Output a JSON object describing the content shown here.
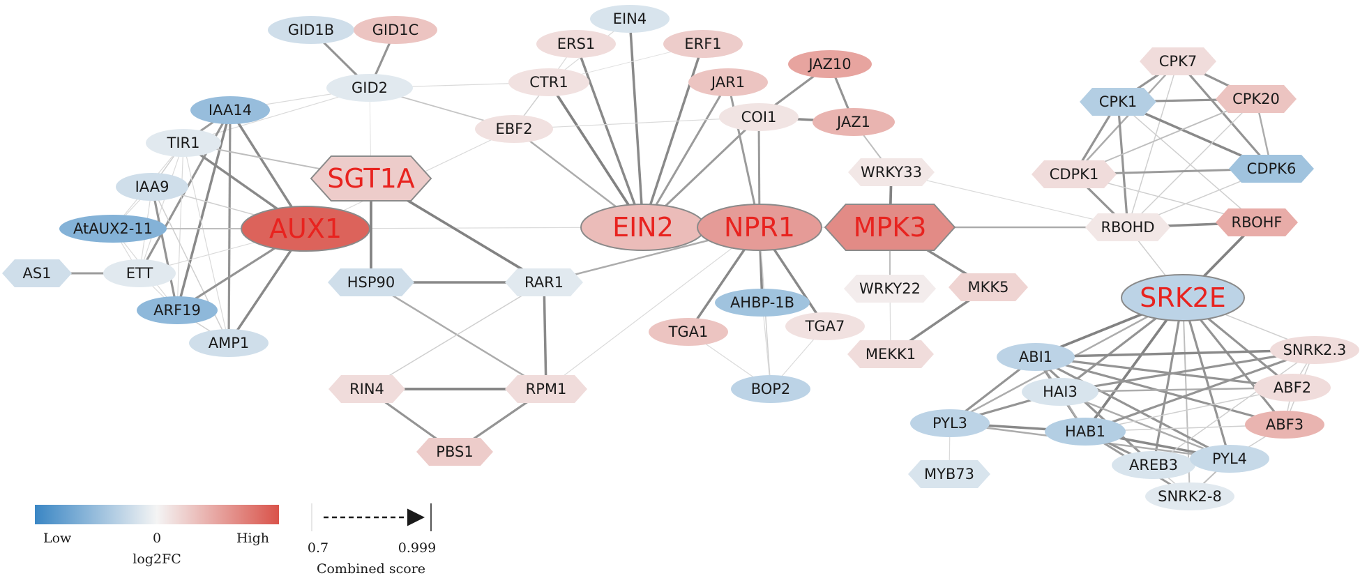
{
  "colors": {
    "low": "#3a86c4",
    "mid": "#f4f4f4",
    "high": "#d9534a",
    "hub_text": "#e8231f",
    "node_stroke": "#8a8a8a",
    "edge": "#8f8f8f"
  },
  "nodes": [
    {
      "id": "GID1B",
      "label": "GID1B",
      "shape": "ellipse",
      "fc": -0.2,
      "hub": false
    },
    {
      "id": "GID1C",
      "label": "GID1C",
      "shape": "ellipse",
      "fc": 0.3,
      "hub": false
    },
    {
      "id": "GID2",
      "label": "GID2",
      "shape": "ellipse",
      "fc": -0.1,
      "hub": false
    },
    {
      "id": "IAA14",
      "label": "IAA14",
      "shape": "ellipse",
      "fc": -0.5,
      "hub": false
    },
    {
      "id": "TIR1",
      "label": "TIR1",
      "shape": "ellipse",
      "fc": -0.1,
      "hub": false
    },
    {
      "id": "IAA9",
      "label": "IAA9",
      "shape": "ellipse",
      "fc": -0.2,
      "hub": false
    },
    {
      "id": "AtAUX2-11",
      "label": "AtAUX2-11",
      "shape": "ellipse",
      "fc": -0.6,
      "hub": false
    },
    {
      "id": "AS1",
      "label": "AS1",
      "shape": "hexagon",
      "fc": -0.2,
      "hub": false
    },
    {
      "id": "ETT",
      "label": "ETT",
      "shape": "ellipse",
      "fc": -0.1,
      "hub": false
    },
    {
      "id": "ARF19",
      "label": "ARF19",
      "shape": "ellipse",
      "fc": -0.55,
      "hub": false
    },
    {
      "id": "AMP1",
      "label": "AMP1",
      "shape": "ellipse",
      "fc": -0.2,
      "hub": false
    },
    {
      "id": "AUX1",
      "label": "AUX1",
      "shape": "ellipse",
      "fc": 0.9,
      "hub": true
    },
    {
      "id": "SGT1A",
      "label": "SGT1A",
      "shape": "hexagon",
      "fc": 0.25,
      "hub": true
    },
    {
      "id": "HSP90",
      "label": "HSP90",
      "shape": "hexagon",
      "fc": -0.2,
      "hub": false
    },
    {
      "id": "RAR1",
      "label": "RAR1",
      "shape": "hexagon",
      "fc": -0.1,
      "hub": false
    },
    {
      "id": "RIN4",
      "label": "RIN4",
      "shape": "hexagon",
      "fc": 0.15,
      "hub": false
    },
    {
      "id": "RPM1",
      "label": "RPM1",
      "shape": "hexagon",
      "fc": 0.15,
      "hub": false
    },
    {
      "id": "PBS1",
      "label": "PBS1",
      "shape": "hexagon",
      "fc": 0.25,
      "hub": false
    },
    {
      "id": "EIN4",
      "label": "EIN4",
      "shape": "ellipse",
      "fc": -0.15,
      "hub": false
    },
    {
      "id": "ERS1",
      "label": "ERS1",
      "shape": "ellipse",
      "fc": 0.15,
      "hub": false
    },
    {
      "id": "ERF1",
      "label": "ERF1",
      "shape": "ellipse",
      "fc": 0.25,
      "hub": false
    },
    {
      "id": "CTR1",
      "label": "CTR1",
      "shape": "ellipse",
      "fc": 0.12,
      "hub": false
    },
    {
      "id": "EBF2",
      "label": "EBF2",
      "shape": "ellipse",
      "fc": 0.12,
      "hub": false
    },
    {
      "id": "EIN2",
      "label": "EIN2",
      "shape": "ellipse",
      "fc": 0.35,
      "hub": true
    },
    {
      "id": "JAR1",
      "label": "JAR1",
      "shape": "ellipse",
      "fc": 0.3,
      "hub": false
    },
    {
      "id": "JAZ10",
      "label": "JAZ10",
      "shape": "ellipse",
      "fc": 0.5,
      "hub": false
    },
    {
      "id": "COI1",
      "label": "COI1",
      "shape": "ellipse",
      "fc": 0.1,
      "hub": false
    },
    {
      "id": "JAZ1",
      "label": "JAZ1",
      "shape": "ellipse",
      "fc": 0.4,
      "hub": false
    },
    {
      "id": "NPR1",
      "label": "NPR1",
      "shape": "ellipse",
      "fc": 0.55,
      "hub": true
    },
    {
      "id": "AHBP-1B",
      "label": "AHBP-1B",
      "shape": "ellipse",
      "fc": -0.45,
      "hub": false
    },
    {
      "id": "TGA1",
      "label": "TGA1",
      "shape": "ellipse",
      "fc": 0.3,
      "hub": false
    },
    {
      "id": "TGA7",
      "label": "TGA7",
      "shape": "ellipse",
      "fc": 0.12,
      "hub": false
    },
    {
      "id": "BOP2",
      "label": "BOP2",
      "shape": "ellipse",
      "fc": -0.3,
      "hub": false
    },
    {
      "id": "MPK3",
      "label": "MPK3",
      "shape": "hexagon",
      "fc": 0.65,
      "hub": true
    },
    {
      "id": "WRKY33",
      "label": "WRKY33",
      "shape": "hexagon",
      "fc": 0.08,
      "hub": false
    },
    {
      "id": "WRKY22",
      "label": "WRKY22",
      "shape": "hexagon",
      "fc": 0.05,
      "hub": false
    },
    {
      "id": "MKK5",
      "label": "MKK5",
      "shape": "hexagon",
      "fc": 0.2,
      "hub": false
    },
    {
      "id": "MEKK1",
      "label": "MEKK1",
      "shape": "hexagon",
      "fc": 0.15,
      "hub": false
    },
    {
      "id": "CPK7",
      "label": "CPK7",
      "shape": "hexagon",
      "fc": 0.15,
      "hub": false
    },
    {
      "id": "CPK1",
      "label": "CPK1",
      "shape": "hexagon",
      "fc": -0.35,
      "hub": false
    },
    {
      "id": "CPK20",
      "label": "CPK20",
      "shape": "hexagon",
      "fc": 0.3,
      "hub": false
    },
    {
      "id": "CDPK1",
      "label": "CDPK1",
      "shape": "hexagon",
      "fc": 0.15,
      "hub": false
    },
    {
      "id": "CDPK6",
      "label": "CDPK6",
      "shape": "hexagon",
      "fc": -0.45,
      "hub": false
    },
    {
      "id": "RBOHD",
      "label": "RBOHD",
      "shape": "hexagon",
      "fc": 0.08,
      "hub": false
    },
    {
      "id": "RBOHF",
      "label": "RBOHF",
      "shape": "hexagon",
      "fc": 0.45,
      "hub": false
    },
    {
      "id": "SRK2E",
      "label": "SRK2E",
      "shape": "ellipse",
      "fc": -0.3,
      "hub": true
    },
    {
      "id": "ABI1",
      "label": "ABI1",
      "shape": "ellipse",
      "fc": -0.3,
      "hub": false
    },
    {
      "id": "SNRK2.3",
      "label": "SNRK2.3",
      "shape": "ellipse",
      "fc": 0.15,
      "hub": false
    },
    {
      "id": "HAI3",
      "label": "HAI3",
      "shape": "ellipse",
      "fc": -0.15,
      "hub": false
    },
    {
      "id": "ABF2",
      "label": "ABF2",
      "shape": "ellipse",
      "fc": 0.15,
      "hub": false
    },
    {
      "id": "PYL3",
      "label": "PYL3",
      "shape": "ellipse",
      "fc": -0.3,
      "hub": false
    },
    {
      "id": "HAB1",
      "label": "HAB1",
      "shape": "ellipse",
      "fc": -0.35,
      "hub": false
    },
    {
      "id": "ABF3",
      "label": "ABF3",
      "shape": "ellipse",
      "fc": 0.4,
      "hub": false
    },
    {
      "id": "AREB3",
      "label": "AREB3",
      "shape": "ellipse",
      "fc": -0.15,
      "hub": false
    },
    {
      "id": "PYL4",
      "label": "PYL4",
      "shape": "ellipse",
      "fc": -0.25,
      "hub": false
    },
    {
      "id": "MYB73",
      "label": "MYB73",
      "shape": "hexagon",
      "fc": -0.15,
      "hub": false
    },
    {
      "id": "SNRK2-8",
      "label": "SNRK2-8",
      "shape": "ellipse",
      "fc": -0.1,
      "hub": false
    }
  ],
  "edges": [
    [
      "GID1B",
      "GID2",
      0.92
    ],
    [
      "GID1C",
      "GID2",
      0.92
    ],
    [
      "GID1B",
      "GID1C",
      0.75
    ],
    [
      "GID2",
      "IAA14",
      0.72
    ],
    [
      "GID2",
      "TIR1",
      0.72
    ],
    [
      "GID2",
      "CTR1",
      0.72
    ],
    [
      "GID2",
      "EBF2",
      0.78
    ],
    [
      "GID2",
      "SGT1A",
      0.7
    ],
    [
      "IAA14",
      "TIR1",
      0.9
    ],
    [
      "IAA14",
      "AUX1",
      0.95
    ],
    [
      "IAA14",
      "ARF19",
      0.95
    ],
    [
      "IAA14",
      "ETT",
      0.92
    ],
    [
      "IAA14",
      "AMP1",
      0.92
    ],
    [
      "TIR1",
      "AUX1",
      0.95
    ],
    [
      "TIR1",
      "IAA9",
      0.75
    ],
    [
      "TIR1",
      "AtAUX2-11",
      0.72
    ],
    [
      "TIR1",
      "ETT",
      0.72
    ],
    [
      "TIR1",
      "ARF19",
      0.72
    ],
    [
      "TIR1",
      "AMP1",
      0.72
    ],
    [
      "TIR1",
      "SGT1A",
      0.8
    ],
    [
      "IAA9",
      "AUX1",
      0.75
    ],
    [
      "IAA9",
      "ARF19",
      0.92
    ],
    [
      "IAA9",
      "AMP1",
      0.75
    ],
    [
      "IAA9",
      "AtAUX2-11",
      0.72
    ],
    [
      "IAA9",
      "ETT",
      0.72
    ],
    [
      "AtAUX2-11",
      "AUX1",
      0.8
    ],
    [
      "AtAUX2-11",
      "ARF19",
      0.72
    ],
    [
      "AtAUX2-11",
      "ETT",
      0.72
    ],
    [
      "AS1",
      "ETT",
      0.9
    ],
    [
      "ETT",
      "ARF19",
      0.72
    ],
    [
      "ETT",
      "AUX1",
      0.72
    ],
    [
      "ARF19",
      "AUX1",
      0.92
    ],
    [
      "AMP1",
      "AUX1",
      0.95
    ],
    [
      "ARF19",
      "AMP1",
      0.75
    ],
    [
      "AUX1",
      "EIN2",
      0.72
    ],
    [
      "AUX1",
      "EBF2",
      0.72
    ],
    [
      "SGT1A",
      "HSP90",
      0.97
    ],
    [
      "SGT1A",
      "RAR1",
      0.97
    ],
    [
      "HSP90",
      "RAR1",
      0.95
    ],
    [
      "HSP90",
      "RPM1",
      0.85
    ],
    [
      "RAR1",
      "RPM1",
      0.95
    ],
    [
      "RAR1",
      "RIN4",
      0.75
    ],
    [
      "RAR1",
      "NPR1",
      0.85
    ],
    [
      "RIN4",
      "RPM1",
      0.97
    ],
    [
      "RIN4",
      "PBS1",
      0.92
    ],
    [
      "RPM1",
      "PBS1",
      0.92
    ],
    [
      "RPM1",
      "NPR1",
      0.72
    ],
    [
      "EIN4",
      "EIN2",
      0.95
    ],
    [
      "ERS1",
      "EIN2",
      0.95
    ],
    [
      "ERF1",
      "EIN2",
      0.95
    ],
    [
      "CTR1",
      "EIN2",
      0.97
    ],
    [
      "EBF2",
      "EIN2",
      0.85
    ],
    [
      "JAR1",
      "EIN2",
      0.9
    ],
    [
      "COI1",
      "EIN2",
      0.9
    ],
    [
      "EBF2",
      "CTR1",
      0.75
    ],
    [
      "CTR1",
      "ERF1",
      0.7
    ],
    [
      "CTR1",
      "ERS1",
      0.72
    ],
    [
      "EIN4",
      "CTR1",
      0.72
    ],
    [
      "EBF2",
      "COI1",
      0.72
    ],
    [
      "JAR1",
      "NPR1",
      0.9
    ],
    [
      "COI1",
      "NPR1",
      0.9
    ],
    [
      "COI1",
      "JAZ10",
      0.92
    ],
    [
      "COI1",
      "JAZ1",
      0.95
    ],
    [
      "JAZ10",
      "JAZ1",
      0.92
    ],
    [
      "JAZ1",
      "WRKY33",
      0.8
    ],
    [
      "NPR1",
      "AHBP-1B",
      0.95
    ],
    [
      "NPR1",
      "TGA1",
      0.95
    ],
    [
      "NPR1",
      "TGA7",
      0.95
    ],
    [
      "NPR1",
      "MPK3",
      0.72
    ],
    [
      "NPR1",
      "BOP2",
      0.75
    ],
    [
      "AHBP-1B",
      "BOP2",
      0.72
    ],
    [
      "TGA1",
      "BOP2",
      0.72
    ],
    [
      "TGA7",
      "BOP2",
      0.72
    ],
    [
      "MPK3",
      "WRKY33",
      0.97
    ],
    [
      "MPK3",
      "WRKY22",
      0.8
    ],
    [
      "MPK3",
      "MKK5",
      0.95
    ],
    [
      "MPK3",
      "RBOHD",
      0.85
    ],
    [
      "WRKY22",
      "MEKK1",
      0.72
    ],
    [
      "MKK5",
      "MEKK1",
      0.95
    ],
    [
      "WRKY33",
      "RBOHD",
      0.72
    ],
    [
      "CPK7",
      "CPK1",
      0.92
    ],
    [
      "CPK7",
      "CPK20",
      0.92
    ],
    [
      "CPK7",
      "CDPK1",
      0.85
    ],
    [
      "CPK7",
      "CDPK6",
      0.92
    ],
    [
      "CPK7",
      "RBOHD",
      0.75
    ],
    [
      "CPK1",
      "CPK20",
      0.92
    ],
    [
      "CPK1",
      "CDPK1",
      0.92
    ],
    [
      "CPK1",
      "CDPK6",
      0.95
    ],
    [
      "CPK1",
      "RBOHD",
      0.92
    ],
    [
      "CPK1",
      "RBOHF",
      0.75
    ],
    [
      "CPK20",
      "CDPK1",
      0.8
    ],
    [
      "CPK20",
      "CDPK6",
      0.85
    ],
    [
      "CPK20",
      "RBOHD",
      0.75
    ],
    [
      "CDPK1",
      "CDPK6",
      0.9
    ],
    [
      "CDPK1",
      "RBOHD",
      0.92
    ],
    [
      "CDPK1",
      "RBOHF",
      0.75
    ],
    [
      "CDPK6",
      "RBOHD",
      0.75
    ],
    [
      "RBOHD",
      "RBOHF",
      0.95
    ],
    [
      "RBOHD",
      "SRK2E",
      0.75
    ],
    [
      "RBOHF",
      "SRK2E",
      0.97
    ],
    [
      "SRK2E",
      "ABI1",
      0.97
    ],
    [
      "SRK2E",
      "HAI3",
      0.92
    ],
    [
      "SRK2E",
      "HAB1",
      0.97
    ],
    [
      "SRK2E",
      "AREB3",
      0.92
    ],
    [
      "SRK2E",
      "PYL4",
      0.92
    ],
    [
      "SRK2E",
      "ABF2",
      0.92
    ],
    [
      "SRK2E",
      "ABF3",
      0.92
    ],
    [
      "SRK2E",
      "SNRK2.3",
      0.75
    ],
    [
      "SRK2E",
      "SNRK2-8",
      0.8
    ],
    [
      "SRK2E",
      "PYL3",
      0.85
    ],
    [
      "ABI1",
      "SNRK2.3",
      0.95
    ],
    [
      "ABI1",
      "ABF2",
      0.92
    ],
    [
      "ABI1",
      "ABF3",
      0.92
    ],
    [
      "ABI1",
      "HAB1",
      0.92
    ],
    [
      "ABI1",
      "PYL3",
      0.92
    ],
    [
      "ABI1",
      "PYL4",
      0.92
    ],
    [
      "ABI1",
      "AREB3",
      0.92
    ],
    [
      "ABI1",
      "HAI3",
      0.9
    ],
    [
      "HAI3",
      "SNRK2.3",
      0.92
    ],
    [
      "HAI3",
      "PYL3",
      0.92
    ],
    [
      "HAI3",
      "HAB1",
      0.85
    ],
    [
      "HAI3",
      "ABF2",
      0.85
    ],
    [
      "HAI3",
      "PYL4",
      0.85
    ],
    [
      "PYL3",
      "HAB1",
      0.95
    ],
    [
      "PYL3",
      "MYB73",
      0.72
    ],
    [
      "PYL3",
      "PYL4",
      0.85
    ],
    [
      "HAB1",
      "SNRK2.3",
      0.92
    ],
    [
      "HAB1",
      "ABF2",
      0.75
    ],
    [
      "HAB1",
      "ABF3",
      0.75
    ],
    [
      "HAB1",
      "AREB3",
      0.92
    ],
    [
      "HAB1",
      "PYL4",
      0.95
    ],
    [
      "HAB1",
      "SNRK2-8",
      0.9
    ],
    [
      "SNRK2.3",
      "ABF2",
      0.75
    ],
    [
      "SNRK2.3",
      "ABF3",
      0.75
    ],
    [
      "SNRK2.3",
      "AREB3",
      0.75
    ],
    [
      "ABF2",
      "ABF3",
      0.75
    ],
    [
      "ABF3",
      "PYL4",
      0.75
    ],
    [
      "AREB3",
      "PYL4",
      0.85
    ],
    [
      "PYL4",
      "SNRK2-8",
      0.8
    ],
    [
      "AREB3",
      "SNRK2-8",
      0.75
    ]
  ],
  "legend": {
    "color_low": "Low",
    "color_mid": "0",
    "color_high": "High",
    "color_title": "log2FC",
    "score_min": "0.7",
    "score_max": "0.999",
    "score_title": "Combined score"
  }
}
